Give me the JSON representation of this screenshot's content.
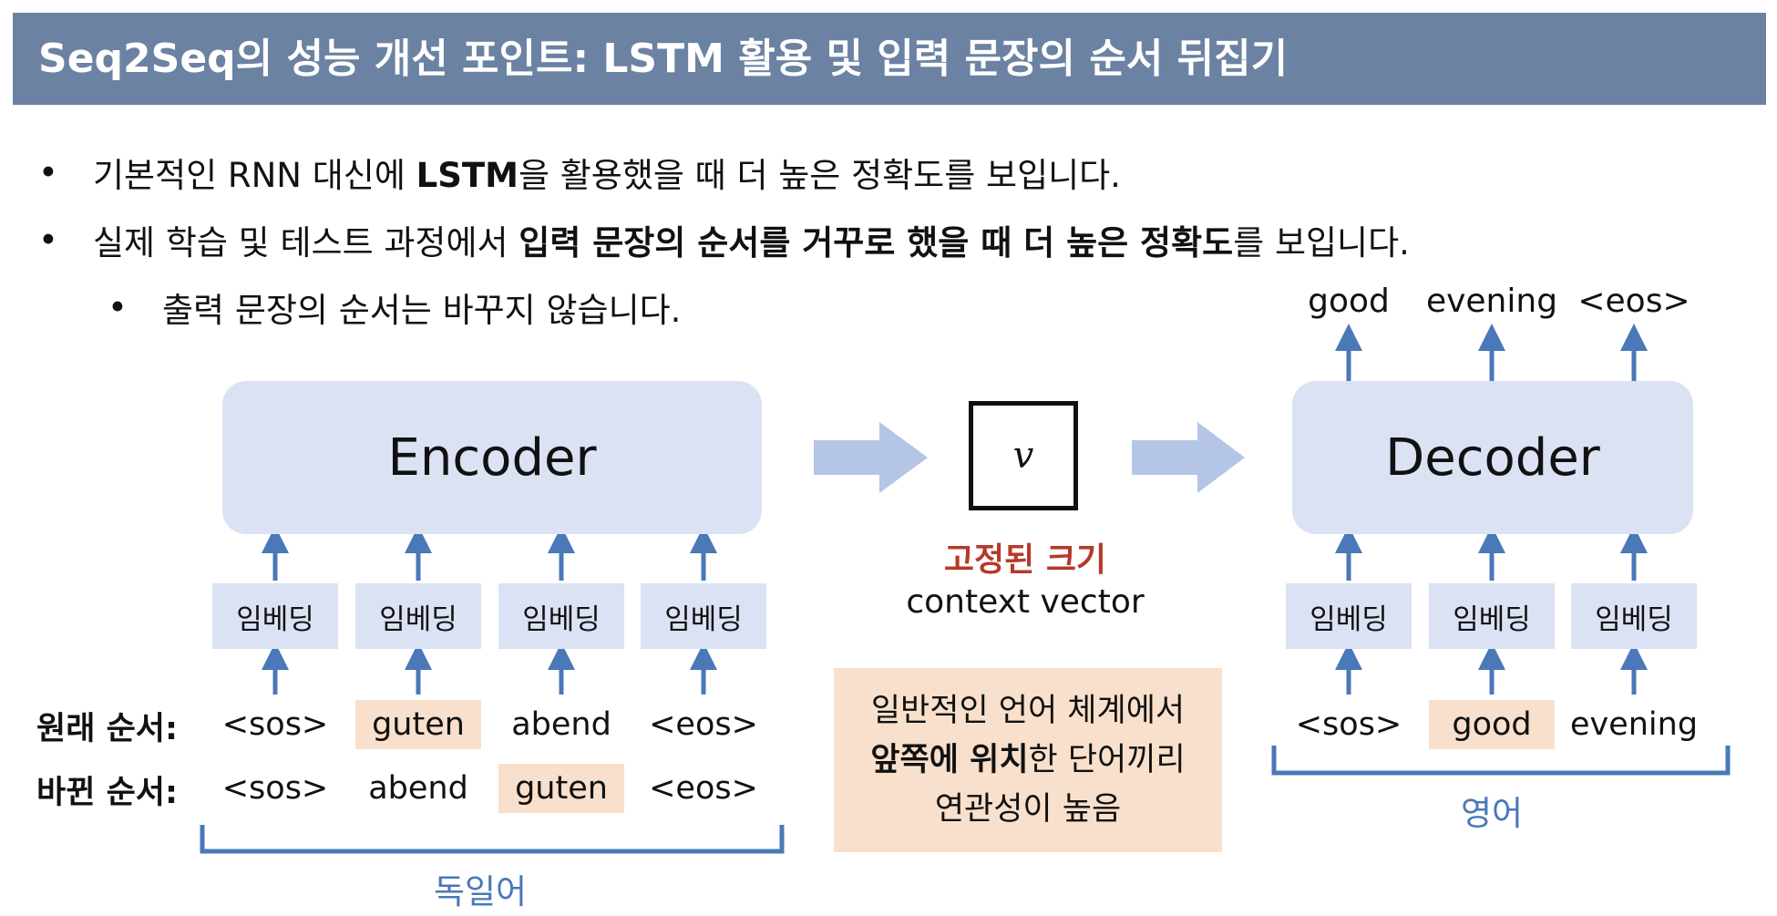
{
  "title": "Seq2Seq의 성능 개선 포인트: LSTM 활용 및 입력 문장의 순서 뒤집기",
  "bullets": {
    "b1_pre": "기본적인 RNN 대신에 ",
    "b1_bold": "LSTM",
    "b1_post": "을 활용했을 때 더 높은 정확도를 보입니다.",
    "b2_pre": "실제 학습 및 테스트 과정에서 ",
    "b2_bold": "입력 문장의 순서를 거꾸로 했을 때 더 높은 정확도",
    "b2_post": "를 보입니다.",
    "b3": "출력 문장의 순서는 바꾸지 않습니다."
  },
  "encoder": {
    "label": "Encoder",
    "embedding_label": "임베딩",
    "original_order_label": "원래 순서:",
    "reversed_order_label": "바뀐 순서:",
    "original_tokens": [
      "<sos>",
      "guten",
      "abend",
      "<eos>"
    ],
    "reversed_tokens": [
      "<sos>",
      "abend",
      "guten",
      "<eos>"
    ],
    "language": "독일어"
  },
  "context": {
    "symbol": "v",
    "fixed_size_label": "고정된 크기",
    "vector_label": "context vector"
  },
  "note": {
    "line1": "일반적인 언어 체계에서",
    "line2_bold": "앞쪽에 위치",
    "line2_rest": "한 단어끼리",
    "line3": "연관성이 높음"
  },
  "decoder": {
    "label": "Decoder",
    "embedding_label": "임베딩",
    "input_tokens": [
      "<sos>",
      "good",
      "evening"
    ],
    "output_tokens": [
      "good",
      "evening",
      "<eos>"
    ],
    "language": "영어"
  },
  "colors": {
    "title_bar": "#6b82a3",
    "box_fill": "#dbe2f3",
    "arrow": "#4a78b8",
    "highlight": "#f8e0cc",
    "fixed_size_text": "#b53a2a"
  }
}
